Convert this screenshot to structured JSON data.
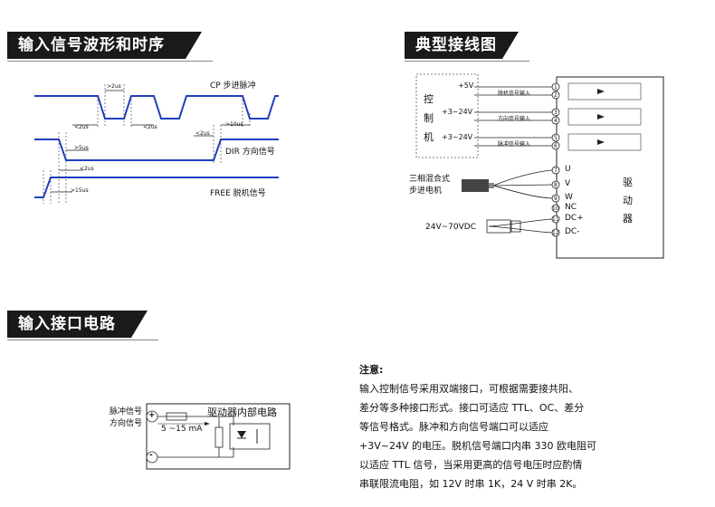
{
  "sections": {
    "waveform_title": "输入信号波形和时序",
    "wiring_title": "典型接线图",
    "interface_title": "输入接口电路"
  },
  "waveform": {
    "cp_label": "CP 步进脉冲",
    "dir_label": "DIR 方向信号",
    "free_label": "FREE 脱机信号",
    "t_gt2us_a": ">2us",
    "t_lt2us_a": "<2us",
    "t_lt2us_b": "<2us",
    "t_gt10us": ">10us",
    "t_lt2us_c": "<2us",
    "t_gt5us": ">5us",
    "t_lt2us_d": "<2us",
    "t_gt15us": ">15us"
  },
  "wiring": {
    "controller_chars": [
      "控",
      "制",
      "机"
    ],
    "driver_chars": [
      "驱",
      "动",
      "器"
    ],
    "v5": "+5V",
    "v24a": "+3~24V",
    "v24b": "+3~24V",
    "sig_free": "脱机信号输入",
    "sig_dir": "方向信号输入",
    "sig_pulse": "脉冲信号输入",
    "pins": [
      "1",
      "2",
      "3",
      "4",
      "5",
      "6",
      "7",
      "8",
      "9",
      "10",
      "11",
      "12"
    ],
    "terminals": [
      "U",
      "V",
      "W",
      "NC",
      "DC+",
      "DC-"
    ],
    "motor_label_1": "三相混合式",
    "motor_label_2": "步进电机",
    "power_label": "24V~70VDC"
  },
  "interface": {
    "input_label_1": "脉冲信号",
    "input_label_2": "方向信号",
    "internal_label": "驱动器内部电路",
    "current_label": "5 ~15 mA",
    "plus": "+",
    "minus": "-"
  },
  "notes": {
    "title": "注意:",
    "lines": [
      "输入控制信号采用双端接口，可根据需要接共阳、",
      "差分等多种接口形式。接口可适应 TTL、OC、差分",
      "等信号格式。脉冲和方向信号端口可以适应",
      "+3V~24V 的电压。脱机信号端口内串 330 欧电阻可",
      "以适应 TTL 信号，当采用更高的信号电压时应酌情",
      "串联限流电阻，如 12V 时串 1K，24 V 时串 2K。"
    ]
  },
  "colors": {
    "waveform": "#1f3fbf",
    "ink": "#222222",
    "banner": "#1a1a1a"
  }
}
